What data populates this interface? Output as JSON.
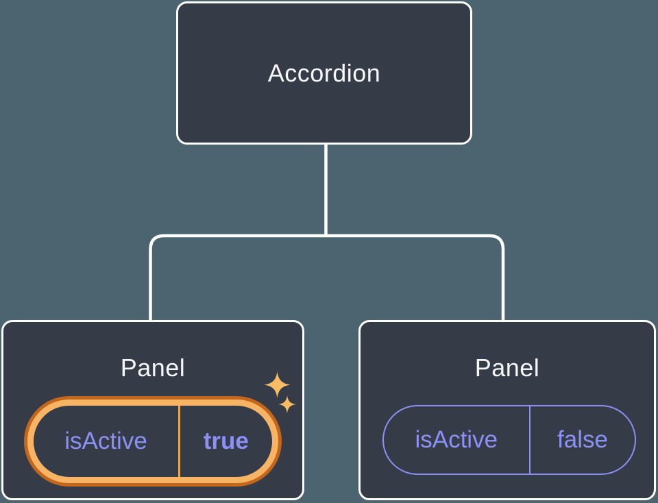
{
  "diagram": {
    "root": {
      "label": "Accordion"
    },
    "panels": [
      {
        "title": "Panel",
        "state_key": "isActive",
        "state_value": "true",
        "highlighted": true,
        "has_sparkles": true
      },
      {
        "title": "Panel",
        "state_key": "isActive",
        "state_value": "false",
        "highlighted": false,
        "has_sparkles": false
      }
    ]
  },
  "colors": {
    "background": "#4B6470",
    "node_fill": "#353B47",
    "node_border": "#FFFFFF",
    "connector": "#FFFFFF",
    "title_text": "#F6F7F9",
    "state_text": "#8B90F4",
    "state_pill_border": "#8B90F4",
    "highlight_ring_outer": "#C2671C",
    "highlight_ring_inner": "#F8B465",
    "highlight_divider": "#E8A953",
    "sparkle": "#F9BC64"
  }
}
